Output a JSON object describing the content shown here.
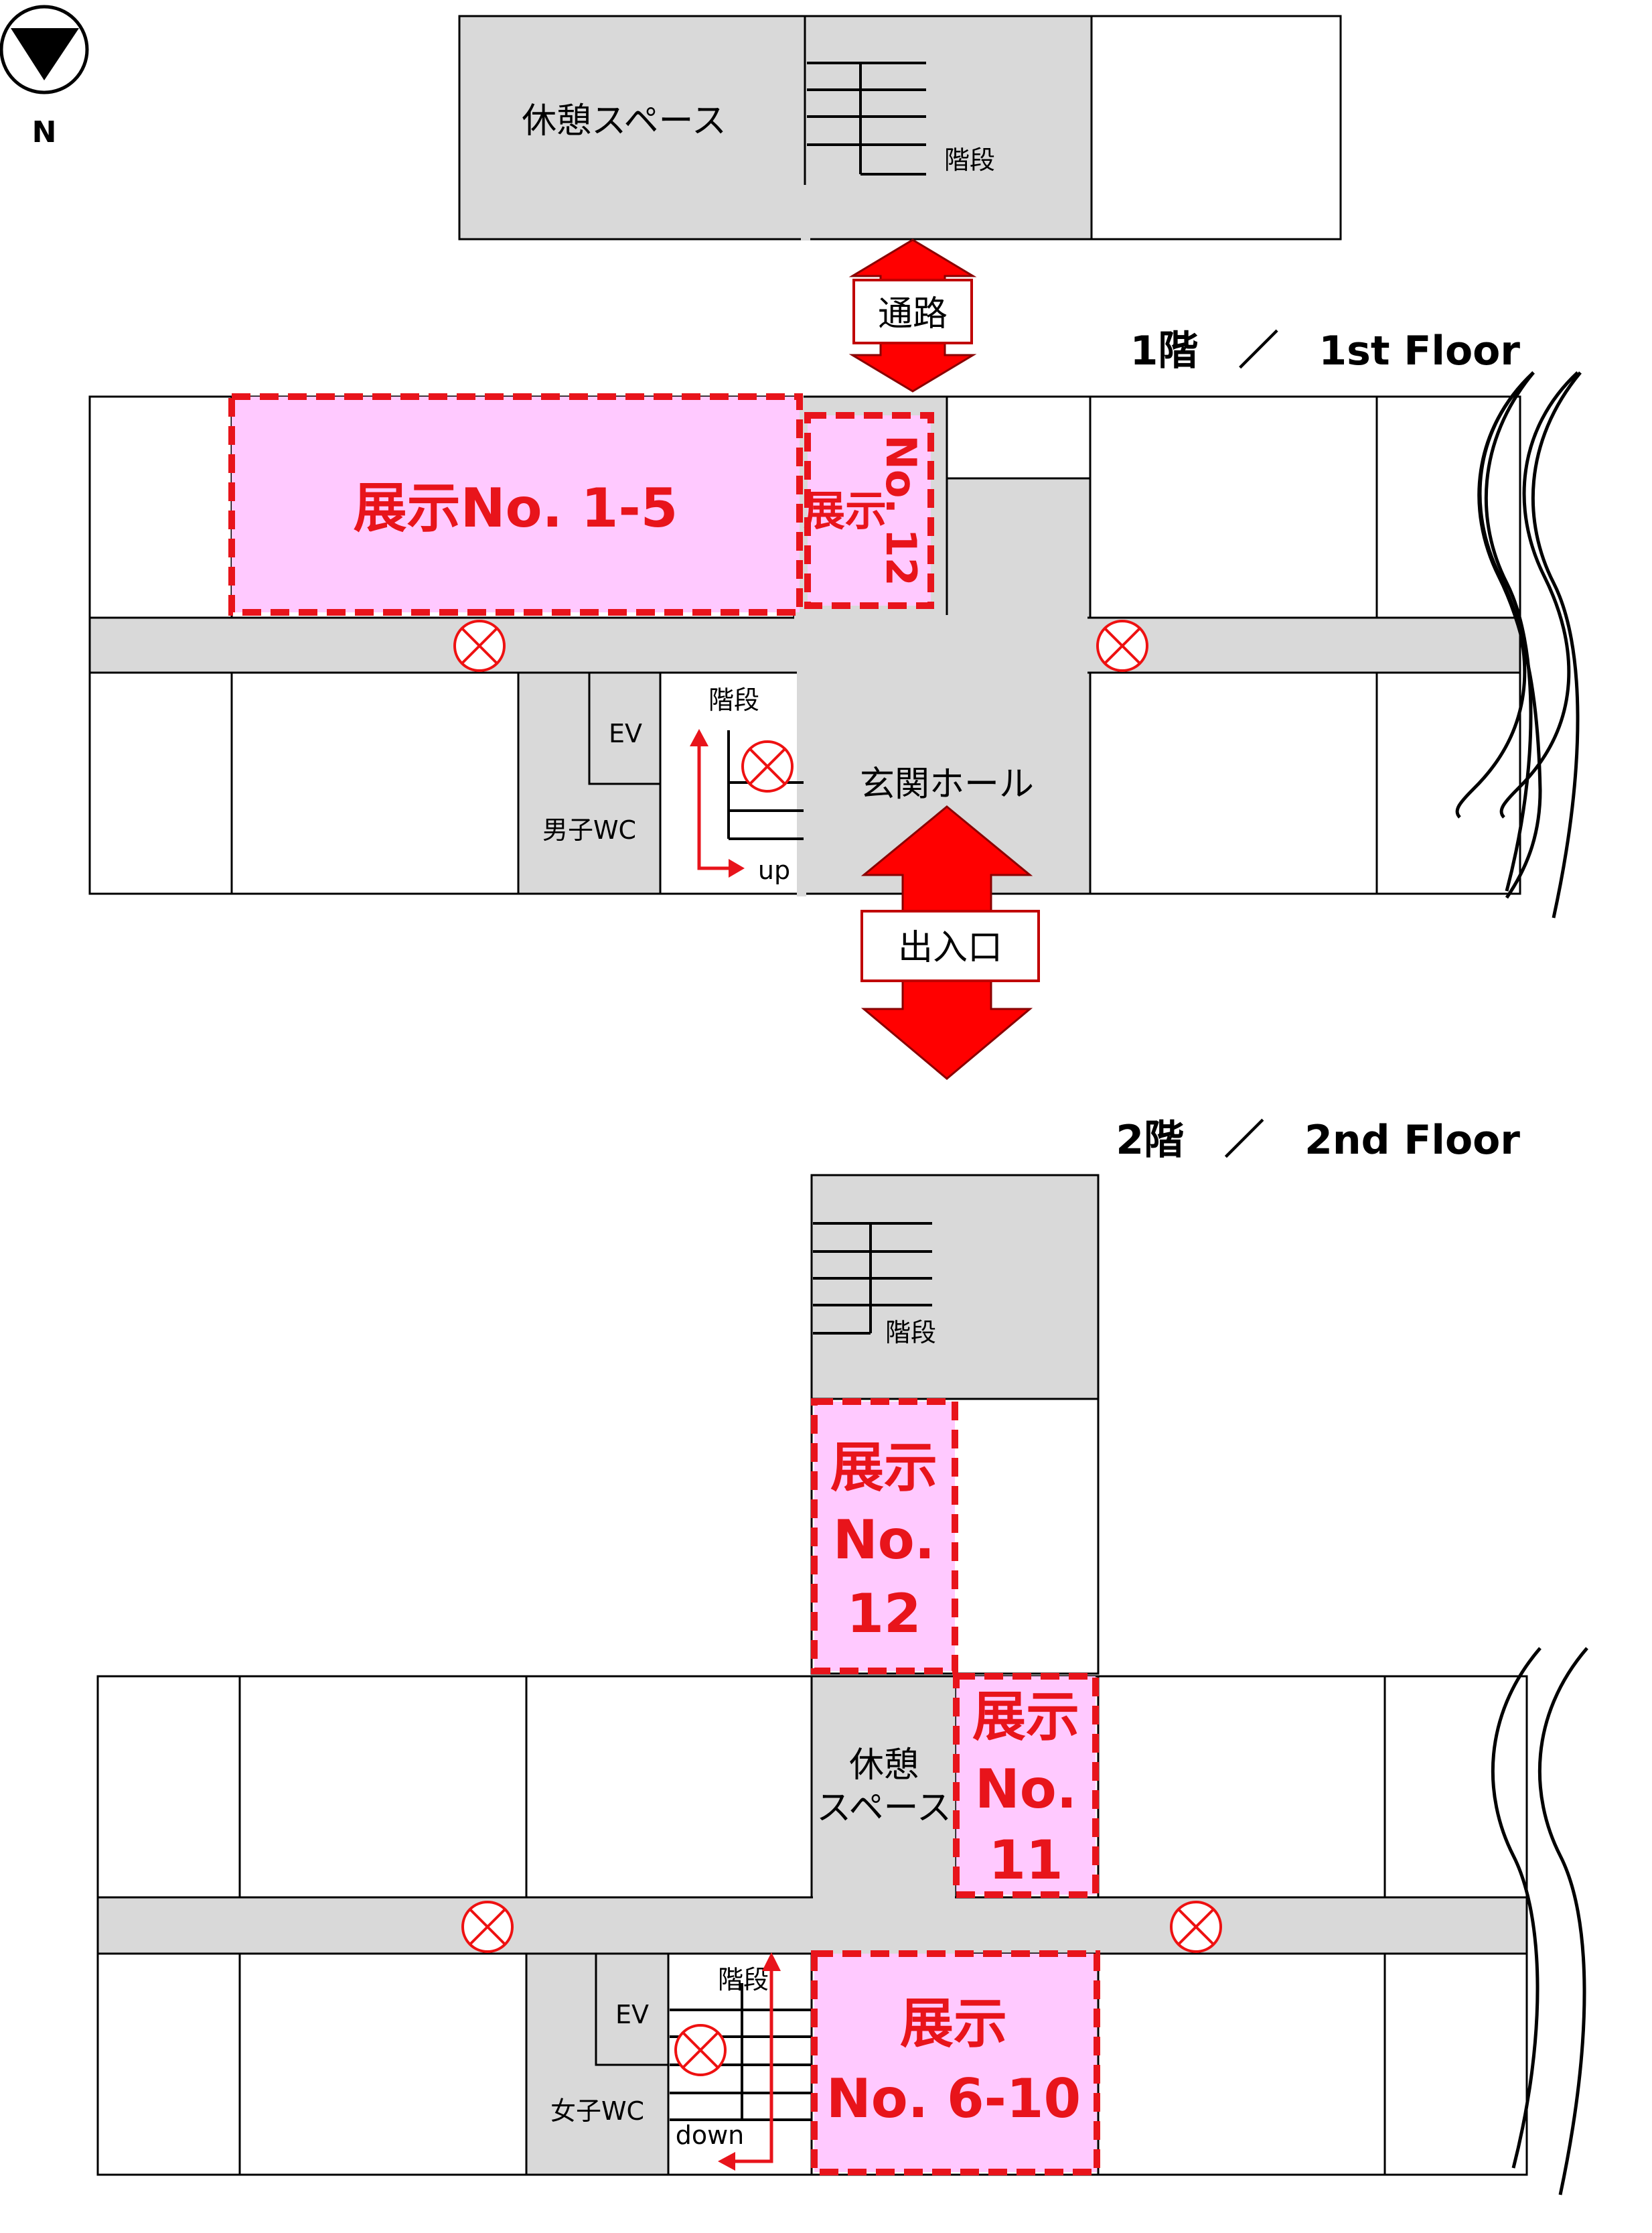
{
  "compass": {
    "label": "N"
  },
  "floors": {
    "first": {
      "title": "1階　／　1st Floor",
      "labels": {
        "rest_space": "休憩スペース",
        "stairs_top": "階段",
        "stairs": "階段",
        "elevator": "EV",
        "mens_wc": "男子WC",
        "entrance_hall": "玄関ホール",
        "up": "up"
      },
      "exhibits": {
        "main": "展示No. 1-5",
        "side_line1": "展示",
        "side_line2": "No. 12"
      }
    },
    "second": {
      "title": "2階　／　2nd Floor",
      "labels": {
        "stairs_top": "階段",
        "stairs": "階段",
        "rest_space_line1": "休憩",
        "rest_space_line2": "スペース",
        "elevator": "EV",
        "womens_wc": "女子WC",
        "down": "down"
      },
      "exhibits": {
        "ex12_line1": "展示",
        "ex12_line2": "No.",
        "ex12_line3": "12",
        "ex11_line1": "展示",
        "ex11_line2": "No.",
        "ex11_line3": "11",
        "ex610_line1": "展示",
        "ex610_line2": "No. 6-10"
      }
    }
  },
  "passage": {
    "label": "通路"
  },
  "entrance": {
    "label": "出入口"
  },
  "colors": {
    "exhibit_fill": "#ffc9ff",
    "exhibit_border": "#e8141b",
    "arrow": "#ff0000",
    "corridor": "#d9d9d9"
  },
  "icons": [
    "compass-north-icon",
    "fire-hydrant-marker-icon",
    "double-arrow-icon"
  ]
}
